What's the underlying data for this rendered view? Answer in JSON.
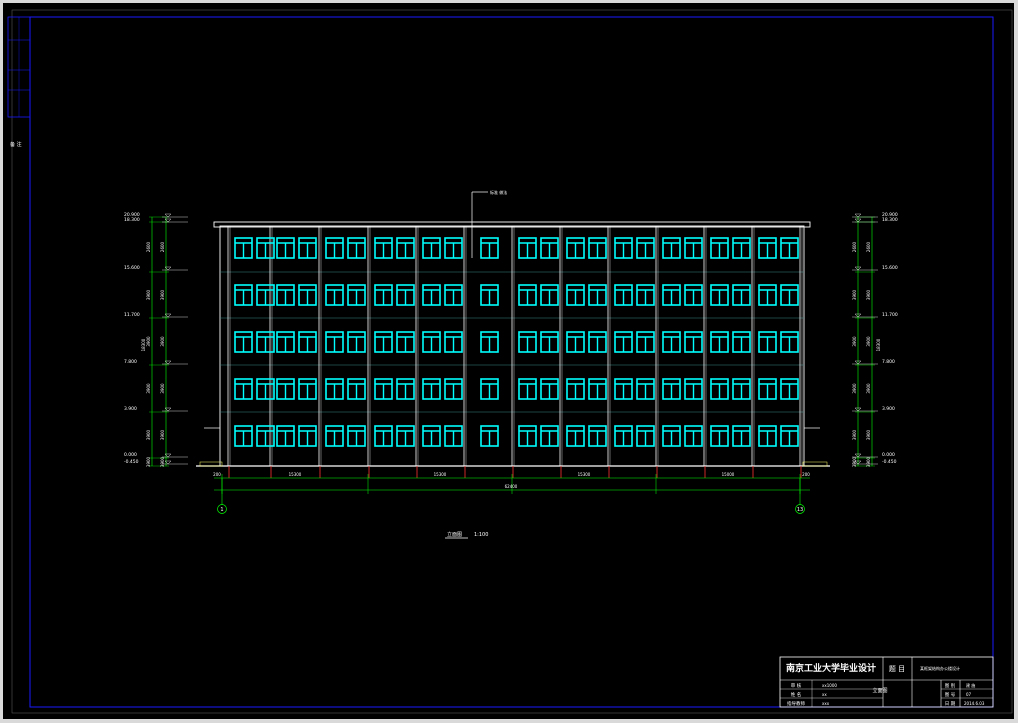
{
  "levels": {
    "left": [
      "20.900",
      "18.300",
      "15.600",
      "11.700",
      "7.800",
      "3.900",
      "0.000",
      "-0.450"
    ],
    "right": [
      "20.900",
      "18.300",
      "15.600",
      "11.700",
      "7.800",
      "3.900",
      "0.000",
      "-0.450"
    ]
  },
  "dims": {
    "floor": "3900",
    "parapet": "2600",
    "segments": [
      "15300",
      "15300",
      "15300",
      "15000"
    ],
    "left_end": "200",
    "right_end": "200",
    "total": "62400",
    "left_total": "18300",
    "right_total": "18300"
  },
  "axes": {
    "start": "1",
    "end": "13"
  },
  "drawing": {
    "view_title": "立面图",
    "scale": "1:100",
    "callout": "标准 做法"
  },
  "title_block": {
    "school": "南京工业大学毕业设计",
    "section": "题 目",
    "project": "某框架结构办公楼设计",
    "rows": [
      {
        "label": "审 核",
        "value": "xx1000"
      },
      {
        "label": "姓 名",
        "value": "xx"
      },
      {
        "label": "指导教师",
        "value": "xxx"
      }
    ],
    "drawing_name": "立面图",
    "right_rows": [
      {
        "label": "图 别",
        "value": "建 施"
      },
      {
        "label": "图 号",
        "value": "07"
      },
      {
        "label": "日 期",
        "value": "2014.6.03"
      }
    ]
  },
  "sidebar": {
    "label": "备 注"
  },
  "colors": {
    "window": "#00ffff",
    "line": "#ffffff",
    "dim": "#00ff00",
    "border": "#1a1aff",
    "title_red": "#ff3030"
  }
}
